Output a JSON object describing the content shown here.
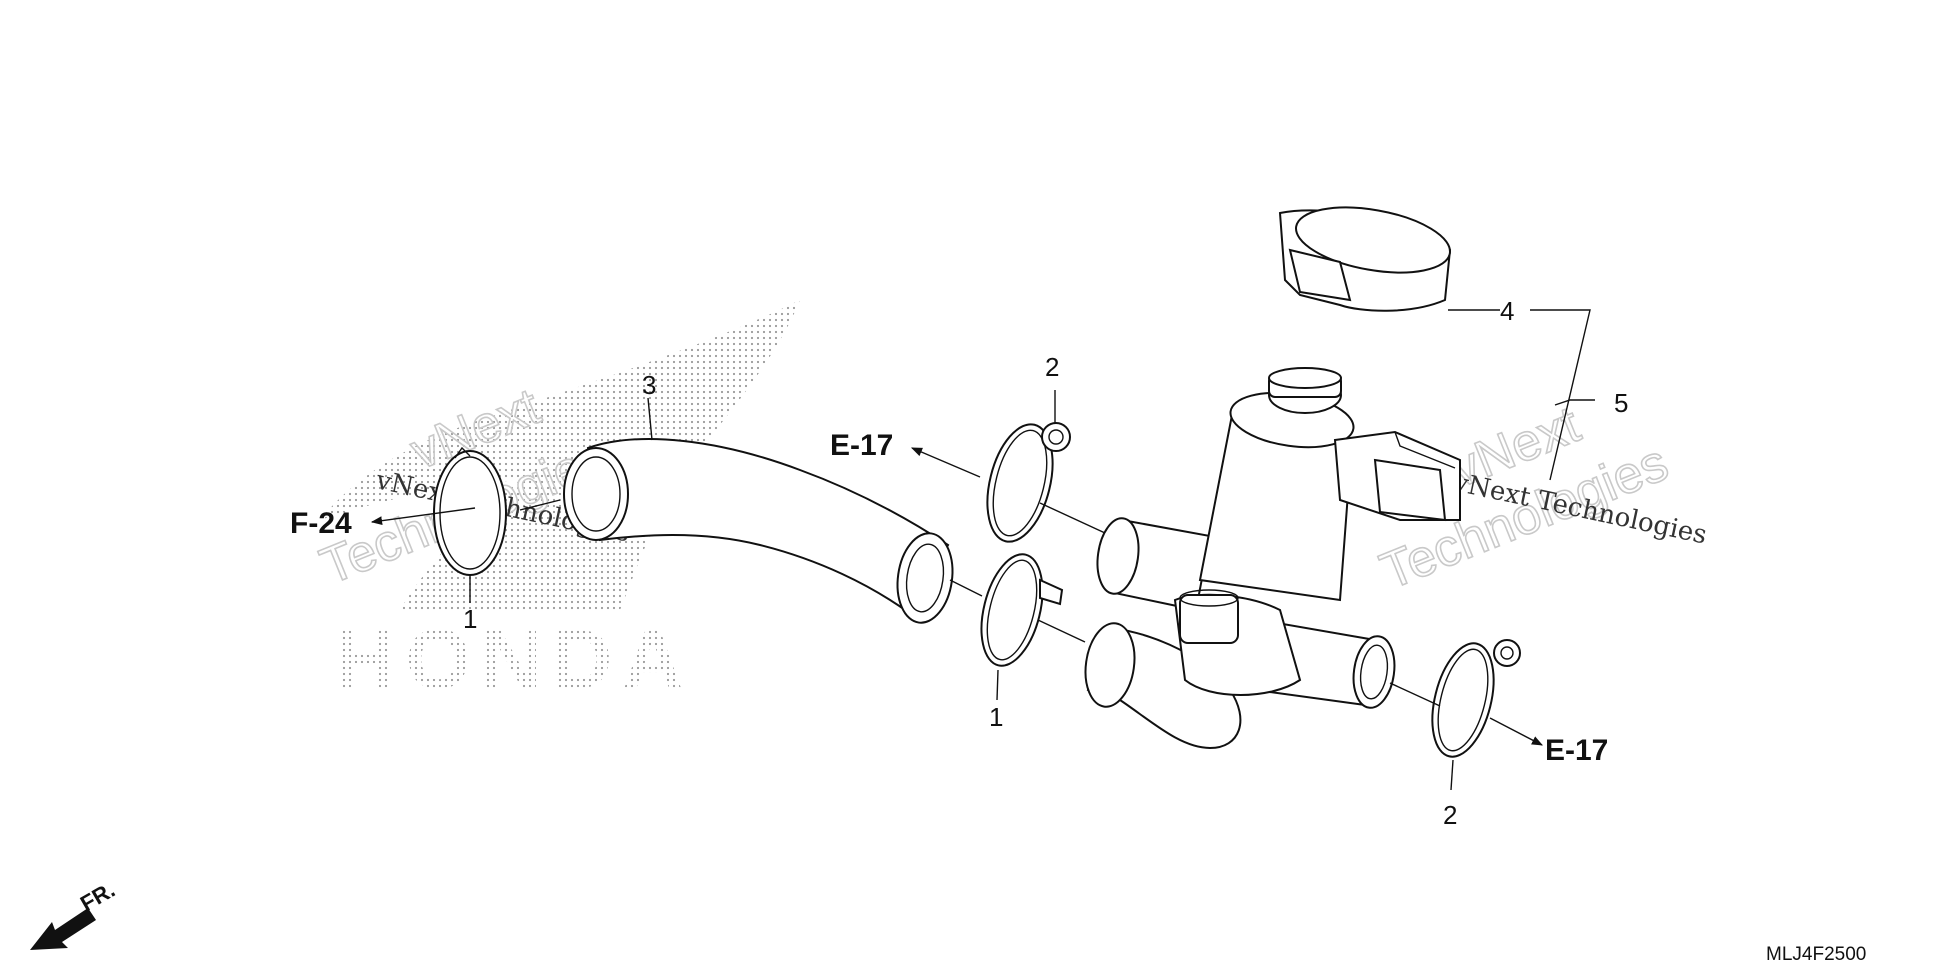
{
  "diagram": {
    "callouts": {
      "c1_left": "1",
      "c1_mid": "1",
      "c2_top": "2",
      "c2_bottom": "2",
      "c3": "3",
      "c4": "4",
      "c5": "5"
    },
    "refs": {
      "f24": "F-24",
      "e17_top": "E-17",
      "e17_bottom": "E-17"
    },
    "front_indicator": "FR.",
    "diagram_code": "MLJ4F2500",
    "watermarks": {
      "left_serif": "vNext Technologies",
      "left_outline_1": "vNext",
      "left_outline_2": "Technologies",
      "right_serif": "vNext Technologies",
      "right_outline_1": "vNext",
      "right_outline_2": "Technologies"
    },
    "brand_watermark": "HONDA"
  }
}
